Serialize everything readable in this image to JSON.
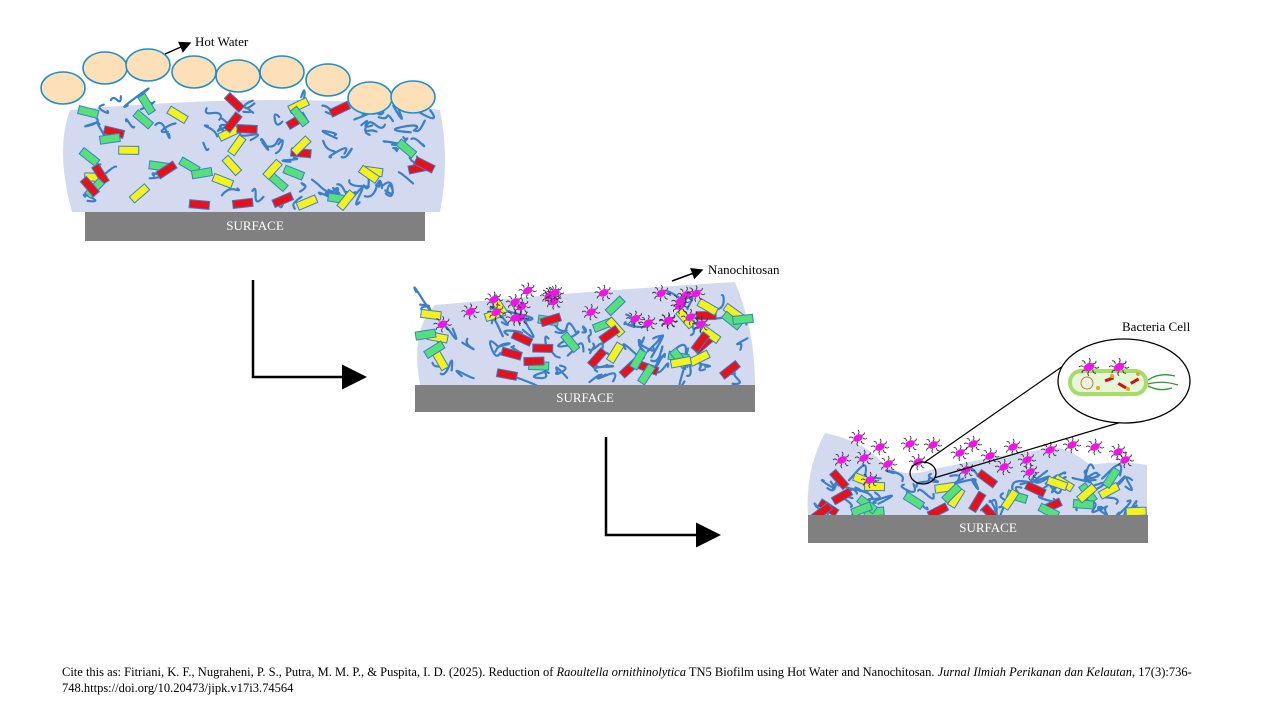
{
  "labels": {
    "hot_water": "Hot Water",
    "nanochitosan": "Nanochitosan",
    "bacteria_cell": "Bacteria Cell",
    "surface": "SURFACE"
  },
  "colors": {
    "matrix": "#d3daf0",
    "strand": "#3a7fc8",
    "red": "#e8101a",
    "yellow": "#f4f21a",
    "green": "#55e07a",
    "nano": "#f014e8",
    "bubble": "#fde0b8",
    "bubble_stroke": "#1e8fc8",
    "surface": "#808080"
  },
  "citation": {
    "prefix": "Cite this as: Fitriani, K. F., Nugraheni, P. S., Putra, M. M. P., & Puspita, I. D. (2025). Reduction of ",
    "species": "Raoultella ornithinolytica",
    "middle": " TN5 Biofilm using Hot Water and Nanochitosan. ",
    "journal": "Jurnal Ilmiah Perikanan dan Kelautan",
    "suffix": ", 17(3):736-748.https://doi.org/10.20473/jipk.v17i3.74564"
  }
}
